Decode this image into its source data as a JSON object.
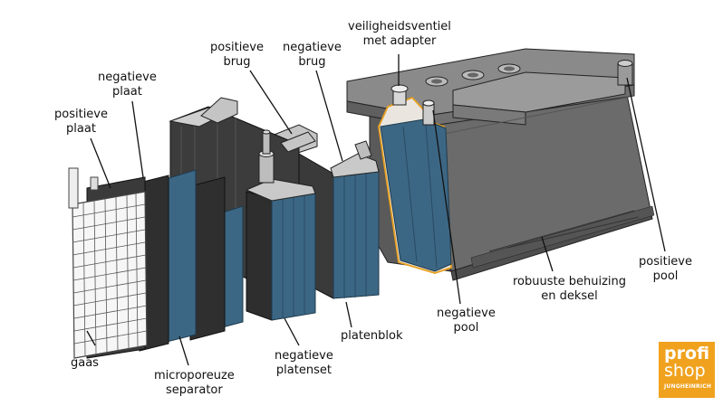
{
  "labels": {
    "veiligheidsventiel": [
      "veiligheidsventiel",
      "met adapter"
    ],
    "positieve_brug": [
      "positieve",
      "brug"
    ],
    "negatieve_brug": [
      "negatieve",
      "brug"
    ],
    "negatieve_plaat": [
      "negatieve",
      "plaat"
    ],
    "positieve_plaat": [
      "positieve",
      "plaat"
    ],
    "gaas": "gaas",
    "microporeuze_separator": [
      "microporeuze",
      "separator"
    ],
    "negatieve_platenset": [
      "negatieve",
      "platenset"
    ],
    "platenblok": "platenblok",
    "negatieve_pool": [
      "negatieve",
      "pool"
    ],
    "robuuste_behuizing": [
      "robuuste behuizing",
      "en deksel"
    ],
    "positieve_pool": [
      "positieve",
      "pool"
    ]
  },
  "logo": {
    "line1": "profi",
    "line2": "shop",
    "line3": "JUNGHEINRICH"
  },
  "colors": {
    "blue_plate": "#3c6784",
    "dark_plate": "#3a3a3a",
    "case": "#5a5a5a",
    "highlight": "#e8a020"
  }
}
